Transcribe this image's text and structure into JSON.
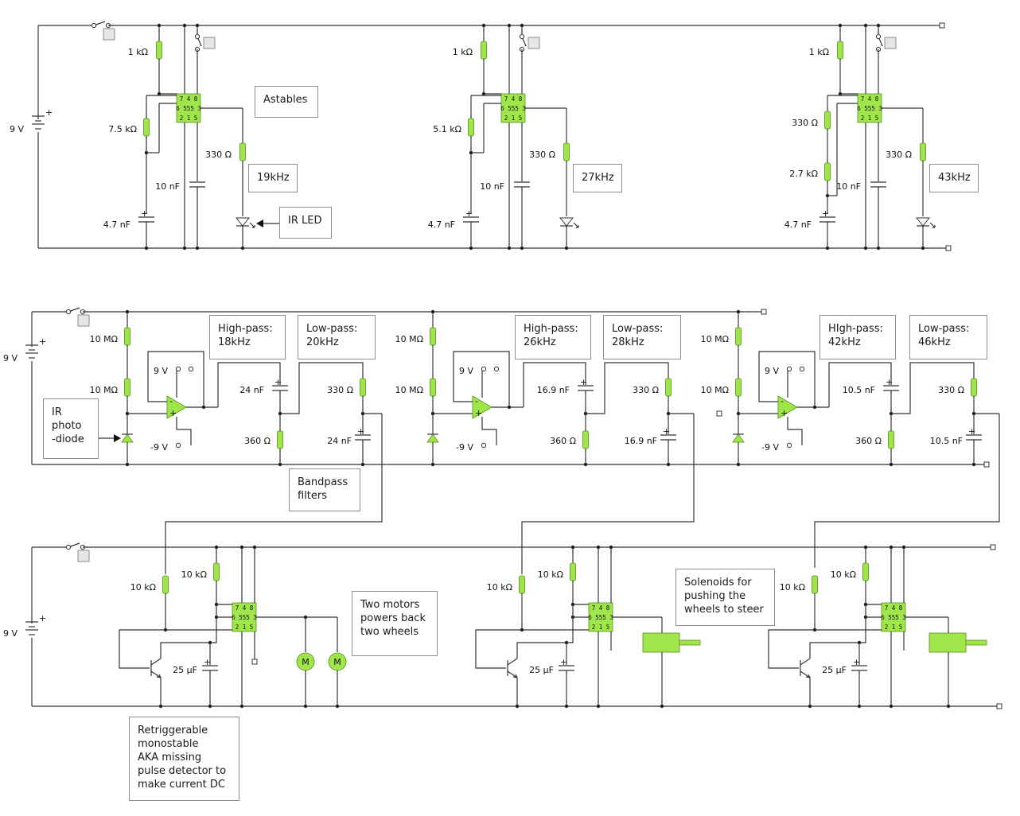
{
  "rows": [
    {
      "supply": "9 V",
      "stages": [
        {
          "r_top": "1 kΩ",
          "r_mid": "7.5 kΩ",
          "c_timing": "4.7 nF",
          "c_ctrl": "10 nF",
          "r_led": "330 Ω",
          "note": "19kHz"
        },
        {
          "r_top": "1 kΩ",
          "r_mid": "5.1 kΩ",
          "c_timing": "4.7 nF",
          "c_ctrl": "10 nF",
          "r_led": "330 Ω",
          "note": "27kHz"
        },
        {
          "r_top": "1 kΩ",
          "r_mid": "330 Ω",
          "r_mid2": "2.7 kΩ",
          "c_timing": "4.7 nF",
          "c_ctrl": "10 nF",
          "r_led": "330 Ω",
          "note": "43kHz"
        }
      ]
    },
    {
      "supply": "9 V",
      "stages": [
        {
          "r1": "10 MΩ",
          "r2": "10 MΩ",
          "vpos": "9 V",
          "vneg": "-9 V",
          "c_hp": "24 nF",
          "r_hp": "360 Ω",
          "r_lp": "330 Ω",
          "c_lp": "24 nF",
          "hp": "High-pass:\n18kHz",
          "lp": "Low-pass:\n20kHz"
        },
        {
          "r1": "10 MΩ",
          "r2": "10 MΩ",
          "vpos": "9 V",
          "vneg": "-9 V",
          "c_hp": "16.9 nF",
          "r_hp": "360 Ω",
          "r_lp": "330 Ω",
          "c_lp": "16.9 nF",
          "hp": "High-pass:\n26kHz",
          "lp": "Low-pass:\n28kHz"
        },
        {
          "r1": "10 MΩ",
          "r2": "10 MΩ",
          "vpos": "9 V",
          "vneg": "-9 V",
          "c_hp": "10.5 nF",
          "r_hp": "360 Ω",
          "r_lp": "330 Ω",
          "c_lp": "10.5 nF",
          "hp": "HIgh-pass:\n42kHz",
          "lp": "Low-pass:\n46kHz"
        }
      ]
    },
    {
      "supply": "9 V",
      "stages": [
        {
          "r_base": "10 kΩ",
          "r_top": "10 kΩ",
          "cap": "25 µF"
        },
        {
          "r_base": "10 kΩ",
          "r_top": "10 kΩ",
          "cap": "25 µF"
        },
        {
          "r_base": "10 kΩ",
          "r_top": "10 kΩ",
          "cap": "25 µF"
        }
      ]
    }
  ],
  "chip": {
    "top": "7 4 8",
    "mid": "6 555 3",
    "bot": "2 1 5"
  },
  "motor_symbol": "M",
  "notes": {
    "astables": "Astables",
    "ir_led": "IR LED",
    "photodiode": "IR\nphoto\n-diode",
    "bandpass": "Bandpass\nfilters",
    "motors": "Two motors\npowers back\ntwo wheels",
    "solenoids": "Solenoids for\npushing the\nwheels to steer",
    "monostable": "Retriggerable\nmonostable\nAKA missing\npulse detector to\nmake current DC"
  },
  "colors": {
    "component": "#9ee64a",
    "wire": "#333333",
    "note_border": "#8a8f96"
  }
}
